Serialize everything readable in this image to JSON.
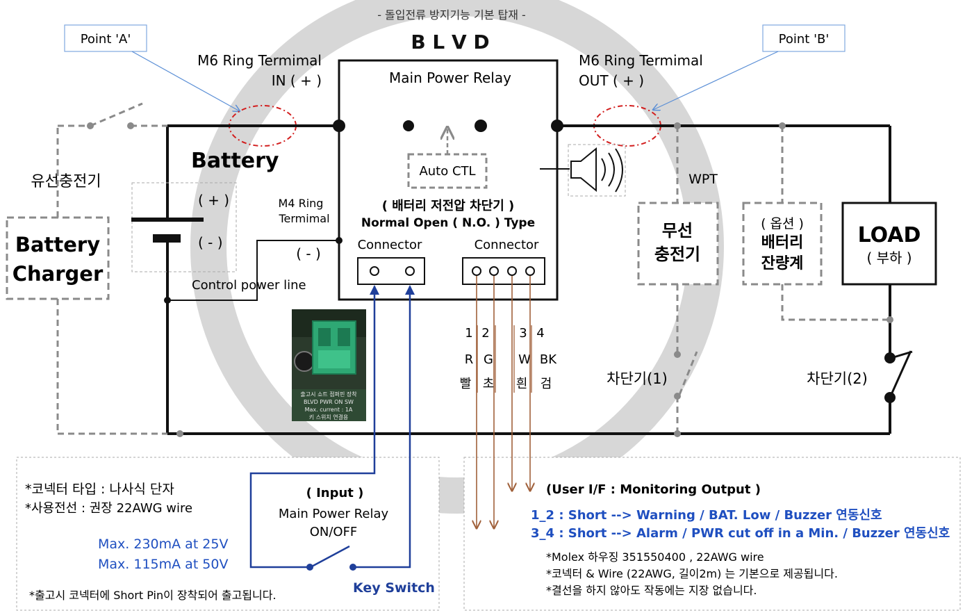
{
  "header": {
    "subtitle": "- 돌입전류 방지기능 기본 탑재 -",
    "title": "B L V D"
  },
  "points": {
    "a": "Point 'A'",
    "b": "Point 'B'"
  },
  "terminals": {
    "in_line1": "M6 Ring Termimal",
    "in_line2": "IN ( + )",
    "out_line1": "M6 Ring Termimal",
    "out_line2": "OUT ( + )",
    "m4_line1": "M4 Ring",
    "m4_line2": "Termimal",
    "minus": "( - )"
  },
  "relay": {
    "title": "Main Power Relay",
    "auto_ctl": "Auto CTL",
    "desc_ko": "( 배터리 저전압 차단기 )",
    "desc_en": "Normal Open ( N.O. ) Type",
    "connector_left": "Connector",
    "connector_right": "Connector"
  },
  "battery": {
    "label": "Battery",
    "plus": "( + )",
    "minus": "( - )"
  },
  "charger": {
    "korean": "유선충전기",
    "line1": "Battery",
    "line2": "Charger"
  },
  "control_line": "Control power line",
  "wpt": {
    "label": "WPT",
    "line1": "무선",
    "line2": "충전기"
  },
  "gauge": {
    "line1": "( 옵션 )",
    "line2": "배터리",
    "line3": "잔량계"
  },
  "load": {
    "line1": "LOAD",
    "line2": "( 부하 )"
  },
  "breakers": {
    "b1": "차단기(1)",
    "b2": "차단기(2)"
  },
  "pins": {
    "numbers": [
      "1",
      "2",
      "3",
      "4"
    ],
    "codes": [
      "R",
      "G",
      "W",
      "BK"
    ],
    "colors_ko": [
      "빨",
      "초",
      "흰",
      "검"
    ]
  },
  "photo": {
    "line1": "출고시 쇼트 점퍼핀 장착",
    "line2": "BLVD PWR ON SW",
    "line3": "Max. current : 1A",
    "line4": "키 스위치 연결용"
  },
  "left_notes": {
    "note1": "*코넥터 타입 : 나사식 단자",
    "note2": "*사용전선 : 권장 22AWG wire",
    "max1": "Max. 230mA at 25V",
    "max2": "Max. 115mA at 50V",
    "note3": "*출고시 코넥터에 Short Pin이 장착되어 출고됩니다.",
    "input_title": "( Input )",
    "input_line2": "Main Power Relay",
    "input_line3": "ON/OFF",
    "key_switch": "Key Switch"
  },
  "right_notes": {
    "title": "(User I/F  : Monitoring Output )",
    "line1": "1_2   : Short -->  Warning / BAT. Low  / Buzzer 연동신호",
    "line2": "3_4   : Short -->  Alarm / PWR cut off in a Min. / Buzzer 연동신호",
    "note1": "*Molex 하우징 351550400 ,  22AWG wire",
    "note2": "*코넥터 & Wire (22AWG, 길이2m) 는 기본으로 제공됩니다.",
    "note3": "*결선을 하지 않아도 작동에는 지장 없습니다."
  },
  "colors": {
    "wire": "#111111",
    "dashed": "#8a8a8a",
    "blue": "#1f3f9a",
    "note_blue": "#1f4fc0",
    "brown": "#a0603a",
    "ring": "#d7d7d7",
    "red_marker": "#d21e1e",
    "callout": "#5b8fd6",
    "pcb_green": "#1f9f6a"
  }
}
